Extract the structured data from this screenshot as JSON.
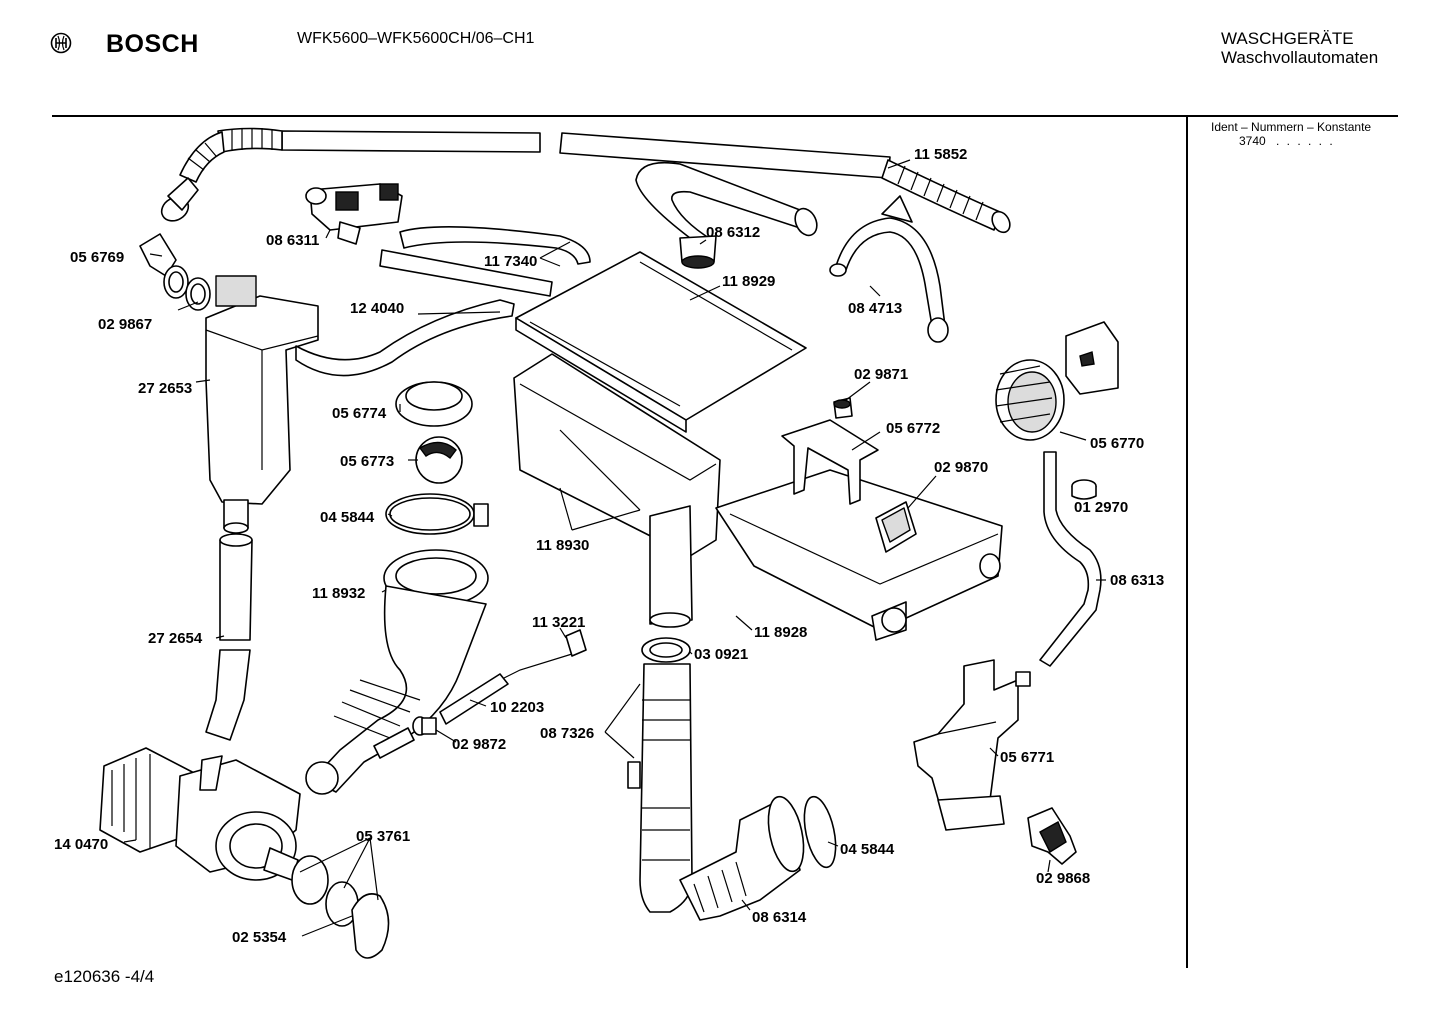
{
  "header": {
    "brand": "BOSCH",
    "model": "WFK5600–WFK5600CH/06–CH1",
    "category_line1": "WASCHGERÄTE",
    "category_line2": "Waschvollautomaten"
  },
  "sidebar": {
    "ident_label": "Ident – Nummern – Konstante",
    "ident_value": "3740",
    "ident_dots": ". . . . . ."
  },
  "footer": {
    "code": "e120636 -4/4"
  },
  "icons": {
    "logo": "bosch-armature-icon"
  },
  "parts": [
    {
      "id": "p-115852",
      "label": "11 5852"
    },
    {
      "id": "p-056769",
      "label": "05 6769"
    },
    {
      "id": "p-086311",
      "label": "08 6311"
    },
    {
      "id": "p-086312",
      "label": "08 6312"
    },
    {
      "id": "p-117340",
      "label": "11 7340"
    },
    {
      "id": "p-029867",
      "label": "02 9867"
    },
    {
      "id": "p-124040",
      "label": "12 4040"
    },
    {
      "id": "p-118929",
      "label": "11 8929"
    },
    {
      "id": "p-084713",
      "label": "08 4713"
    },
    {
      "id": "p-272653",
      "label": "27 2653"
    },
    {
      "id": "p-056774",
      "label": "05 6774"
    },
    {
      "id": "p-029871",
      "label": "02 9871"
    },
    {
      "id": "p-056772",
      "label": "05 6772"
    },
    {
      "id": "p-056770",
      "label": "05 6770"
    },
    {
      "id": "p-056773",
      "label": "05 6773"
    },
    {
      "id": "p-029870",
      "label": "02 9870"
    },
    {
      "id": "p-045844a",
      "label": "04 5844"
    },
    {
      "id": "p-012970",
      "label": "01 2970"
    },
    {
      "id": "p-118930",
      "label": "11 8930"
    },
    {
      "id": "p-118932",
      "label": "11 8932"
    },
    {
      "id": "p-086313",
      "label": "08 6313"
    },
    {
      "id": "p-113221",
      "label": "11 3221"
    },
    {
      "id": "p-272654",
      "label": "27 2654"
    },
    {
      "id": "p-118928",
      "label": "11 8928"
    },
    {
      "id": "p-030921",
      "label": "03 0921"
    },
    {
      "id": "p-102203",
      "label": "10 2203"
    },
    {
      "id": "p-087326",
      "label": "08 7326"
    },
    {
      "id": "p-029872",
      "label": "02 9872"
    },
    {
      "id": "p-056771",
      "label": "05 6771"
    },
    {
      "id": "p-053761",
      "label": "05 3761"
    },
    {
      "id": "p-140470",
      "label": "14 0470"
    },
    {
      "id": "p-045844b",
      "label": "04 5844"
    },
    {
      "id": "p-029868",
      "label": "02 9868"
    },
    {
      "id": "p-025354",
      "label": "02 5354"
    },
    {
      "id": "p-086314",
      "label": "08 6314"
    }
  ]
}
